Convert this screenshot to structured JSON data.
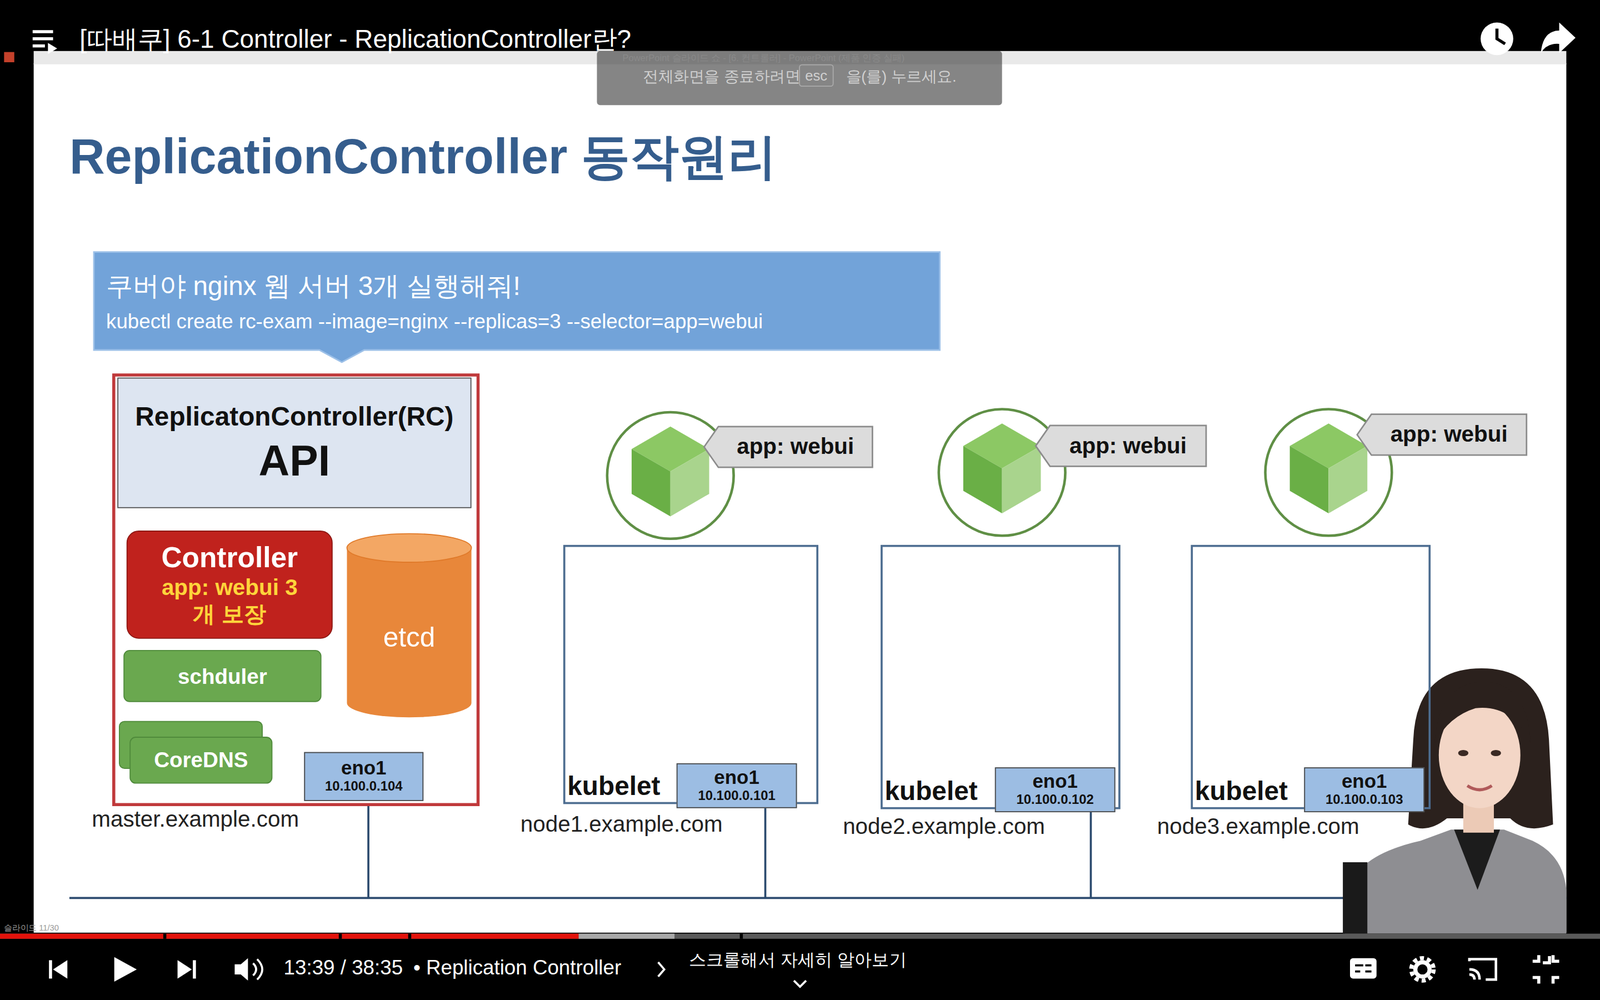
{
  "diagram": {
    "title": "ReplicationController 동작원리",
    "nodes": [
      {
        "text": [
          "쿠버야 nginx 웹 서버 3개 실행해줘!",
          "kubectl create rc-exam --image=nginx --replicas=3 --selector=app=webui"
        ]
      },
      {
        "text": [
          "master.example.com"
        ]
      },
      {
        "text": [
          "ReplicatonController(RC)",
          "API"
        ],
        "in": 1
      },
      {
        "text": [
          "Controller",
          "app: webui 3개 보장"
        ],
        "in": 1
      },
      {
        "text": [
          "etcd"
        ],
        "in": 1
      },
      {
        "text": [
          "schduler"
        ],
        "in": 1
      },
      {
        "text": [
          "CoreDNS"
        ],
        "in": 1
      },
      {
        "text": [
          "eno1",
          "10.100.0.104"
        ],
        "in": 1
      },
      {
        "text": [
          "app: webui"
        ]
      },
      {
        "text": [
          "app: webui"
        ]
      },
      {
        "text": [
          "app: webui"
        ]
      },
      {
        "text": [
          "kubelet",
          "node1.example.com"
        ]
      },
      {
        "text": [
          "eno1",
          "10.100.0.101"
        ],
        "in": 11
      },
      {
        "text": [
          "kubelet",
          "node2.example.com"
        ]
      },
      {
        "text": [
          "eno1",
          "10.100.0.102"
        ],
        "in": 13
      },
      {
        "text": [
          "kubelet",
          "node3.example.com"
        ]
      },
      {
        "text": [
          "eno1",
          "10.100.0.103"
        ],
        "in": 15
      }
    ],
    "labels": [
      "[따배쿠] 6-1 Controller - ReplicationController란?",
      "PowerPoint 슬라이드 쇼 - [6. 컨트롤러] - PowerPoint (제품 인증 실패)",
      "전체화면을 종료하려면",
      "esc",
      "을(를) 누르세요.",
      "슬라이드 11/30",
      "13:39 / 38:35",
      "• Replication Controller",
      "스크롤해서 자세히 알아보기"
    ]
  }
}
